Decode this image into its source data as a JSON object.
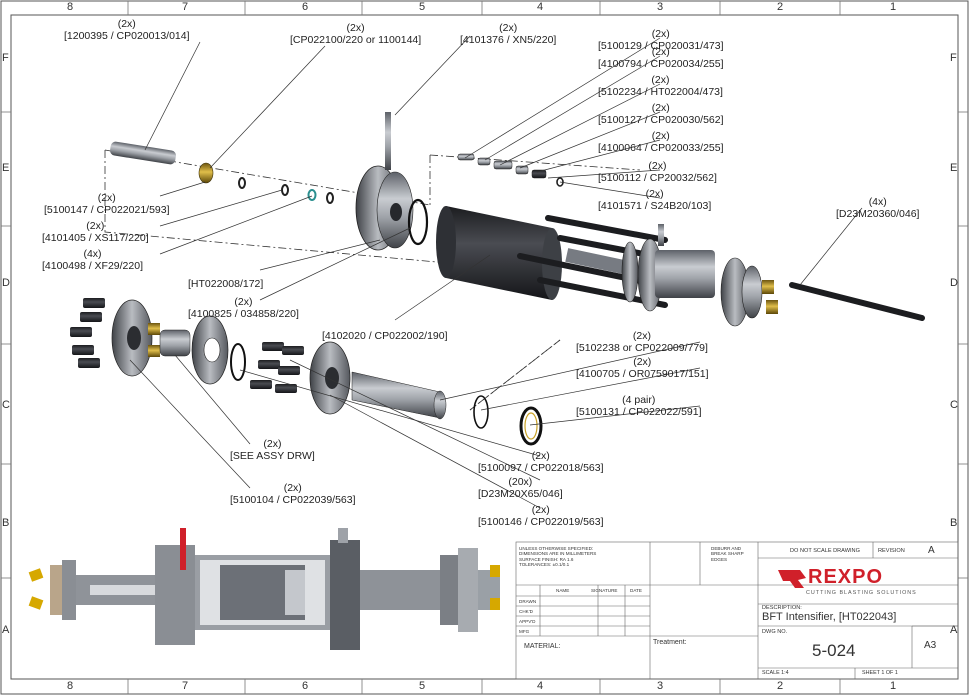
{
  "ruler": {
    "columns": [
      "8",
      "7",
      "6",
      "5",
      "4",
      "3",
      "2",
      "1"
    ],
    "rows": [
      "F",
      "E",
      "D",
      "C",
      "B",
      "A"
    ]
  },
  "callouts": [
    {
      "qty": "(2x)",
      "part": "[1200395 / CP020013/014]"
    },
    {
      "qty": "(2x)",
      "part": "[CP022100/220 or 1100144]"
    },
    {
      "qty": "(2x)",
      "part": "[4101376 / XN5/220]"
    },
    {
      "qty": "(2x)",
      "part": "[5100129 / CP020031/473]"
    },
    {
      "qty": "(2x)",
      "part": "[4100794 / CP020034/255]"
    },
    {
      "qty": "(2x)",
      "part": "[5102234 / HT022004/473]"
    },
    {
      "qty": "(2x)",
      "part": "[5100127 / CP020030/562]"
    },
    {
      "qty": "(2x)",
      "part": "[4100064 / CP020033/255]"
    },
    {
      "qty": "(2x)",
      "part": "[5100112 / CP20032/562]"
    },
    {
      "qty": "(2x)",
      "part": "[4101571 / S24B20/103]"
    },
    {
      "qty": "(4x)",
      "part": "[D23M20360/046]"
    },
    {
      "qty": "(2x)",
      "part": "[5100147 / CP022021/593]"
    },
    {
      "qty": "(2x)",
      "part": "[4101405 / XS117/220]"
    },
    {
      "qty": "(4x)",
      "part": "[4100498 / XF29/220]"
    },
    {
      "qty": "",
      "part": "[HT022008/172]"
    },
    {
      "qty": "(2x)",
      "part": "[4100825 / 034858/220]"
    },
    {
      "qty": "",
      "part": "[4102020 / CP022002/190]"
    },
    {
      "qty": "(2x)",
      "part": "[5102238 or CP022009/779]"
    },
    {
      "qty": "(2x)",
      "part": "[4100705 / OR0759017/151]"
    },
    {
      "qty": "(4 pair)",
      "part": "[5100131 / CP022022/591]"
    },
    {
      "qty": "(2x)",
      "part": "[SEE ASSY DRW]"
    },
    {
      "qty": "(2x)",
      "part": "[5100097 / CP022018/563]"
    },
    {
      "qty": "(20x)",
      "part": "[D23M20X65/046]"
    },
    {
      "qty": "(2x)",
      "part": "[5100104 / CP022039/563]"
    },
    {
      "qty": "(2x)",
      "part": "[5100146 / CP022019/563]"
    }
  ],
  "title_block": {
    "notes": [
      "UNLESS OTHERWISE SPECIFIED:",
      "DIMENSIONS ARE IN MILLIMETERS",
      "SURFACE FINISH: RA 1.6",
      "TOLERANCES: ±0.1/0.1"
    ],
    "deburr": [
      "DEBURR AND",
      "BREAK SHARP",
      "EDGES"
    ],
    "col_headers": [
      "NAME",
      "SIGNATURE",
      "DATE"
    ],
    "rows": [
      "DRAWN",
      "CHK'D",
      "APPV'D",
      "MFG"
    ],
    "do_not_scale": "DO NOT SCALE DRAWING",
    "revision_label": "REVISION",
    "revision": "A",
    "logo": "REXPO",
    "logo_sub": "CUTTING BLASTING SOLUTIONS",
    "description_label": "DESCRIPTION:",
    "description": "BFT Intensifier, [HT022043]",
    "material_label": "MATERIAL:",
    "treatment_label": "Treatment:",
    "dwg_no_label": "DWG NO.",
    "dwg_no": "5-024",
    "size": "A3",
    "scale_label": "SCALE 1:4",
    "sheet_label": "SHEET 1 OF 1"
  },
  "colors": {
    "accent": "#d0202a",
    "line": "#333333",
    "metal": "#8c9096",
    "dark": "#2b2d31",
    "brass": "#c9a227"
  }
}
